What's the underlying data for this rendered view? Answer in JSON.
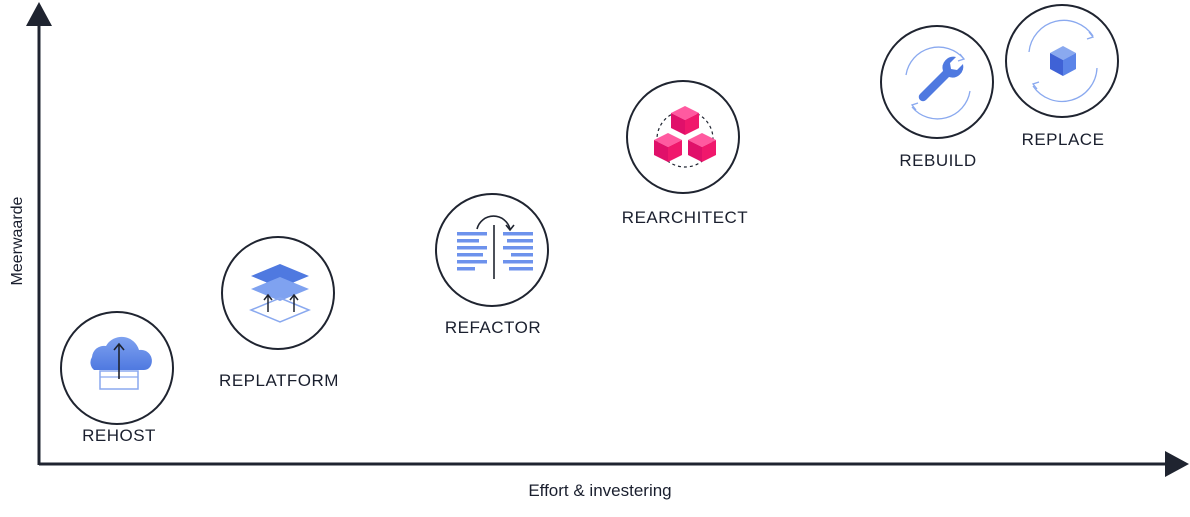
{
  "axes": {
    "x_label": "Effort & investering",
    "y_label": "Meerwaarde"
  },
  "strategies": [
    {
      "label": "REHOST",
      "icon": "cloud-upload-icon"
    },
    {
      "label": "REPLATFORM",
      "icon": "layers-upload-icon"
    },
    {
      "label": "REFACTOR",
      "icon": "code-refactor-icon"
    },
    {
      "label": "REARCHITECT",
      "icon": "cubes-icon"
    },
    {
      "label": "REBUILD",
      "icon": "wrench-icon"
    },
    {
      "label": "REPLACE",
      "icon": "cube-replace-icon"
    }
  ],
  "colors": {
    "axis": "#1f2430",
    "blue_light": "#a9c0f5",
    "blue": "#5b84e8",
    "blue_dark": "#3f62d6",
    "magenta": "#f0186c"
  }
}
